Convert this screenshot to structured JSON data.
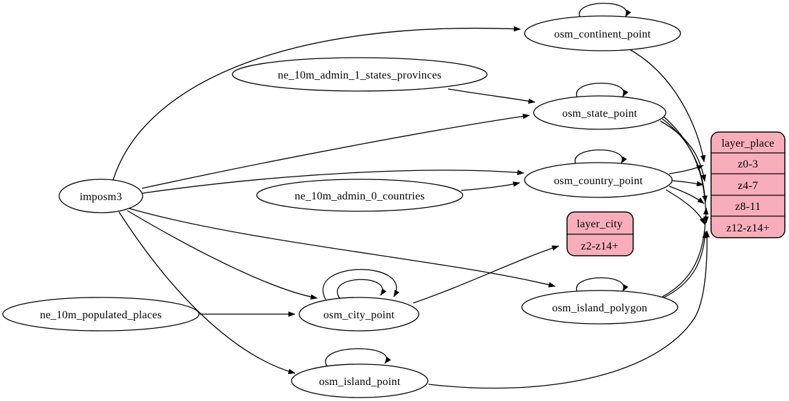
{
  "diagram": {
    "kind": "graphviz-etl-dependency-graph",
    "colors": {
      "background": "#ffffff",
      "table_node_fill": "#ffffff",
      "layer_record_fill": "#f8aeba",
      "stroke": "#000000",
      "text": "#000000"
    }
  },
  "nodes": {
    "imposm3": "imposm3",
    "ne_10m_admin_1_states_provinces": "ne_10m_admin_1_states_provinces",
    "ne_10m_admin_0_countries": "ne_10m_admin_0_countries",
    "ne_10m_populated_places": "ne_10m_populated_places",
    "osm_continent_point": "osm_continent_point",
    "osm_state_point": "osm_state_point",
    "osm_country_point": "osm_country_point",
    "osm_city_point": "osm_city_point",
    "osm_island_polygon": "osm_island_polygon",
    "osm_island_point": "osm_island_point"
  },
  "records": {
    "layer_city": {
      "title": "layer_city",
      "rows": [
        "z2-z14+"
      ]
    },
    "layer_place": {
      "title": "layer_place",
      "rows": [
        "z0-3",
        "z4-7",
        "z8-11",
        "z12-z14+"
      ]
    }
  },
  "edges": [
    {
      "from": "imposm3",
      "to": "osm_continent_point"
    },
    {
      "from": "imposm3",
      "to": "osm_state_point"
    },
    {
      "from": "imposm3",
      "to": "osm_country_point"
    },
    {
      "from": "imposm3",
      "to": "osm_city_point"
    },
    {
      "from": "imposm3",
      "to": "osm_island_polygon"
    },
    {
      "from": "imposm3",
      "to": "osm_island_point"
    },
    {
      "from": "ne_10m_admin_1_states_provinces",
      "to": "osm_state_point"
    },
    {
      "from": "ne_10m_admin_0_countries",
      "to": "osm_country_point"
    },
    {
      "from": "ne_10m_populated_places",
      "to": "osm_city_point"
    },
    {
      "from": "osm_continent_point",
      "to": "osm_continent_point",
      "type": "self-loop"
    },
    {
      "from": "osm_state_point",
      "to": "osm_state_point",
      "type": "self-loop"
    },
    {
      "from": "osm_country_point",
      "to": "osm_country_point",
      "type": "self-loop"
    },
    {
      "from": "osm_city_point",
      "to": "osm_city_point",
      "type": "self-loop"
    },
    {
      "from": "osm_city_point",
      "to": "osm_city_point",
      "type": "self-loop"
    },
    {
      "from": "osm_island_polygon",
      "to": "osm_island_polygon",
      "type": "self-loop"
    },
    {
      "from": "osm_island_point",
      "to": "osm_island_point",
      "type": "self-loop"
    },
    {
      "from": "osm_city_point",
      "to": "layer_city",
      "to_row": "z2-z14+"
    },
    {
      "from": "osm_continent_point",
      "to": "layer_place",
      "to_row": "z0-3"
    },
    {
      "from": "osm_country_point",
      "to": "layer_place",
      "to_row": "z0-3"
    },
    {
      "from": "osm_state_point",
      "to": "layer_place",
      "to_row": "z4-7"
    },
    {
      "from": "osm_country_point",
      "to": "layer_place",
      "to_row": "z4-7"
    },
    {
      "from": "osm_state_point",
      "to": "layer_place",
      "to_row": "z8-11"
    },
    {
      "from": "osm_country_point",
      "to": "layer_place",
      "to_row": "z8-11"
    },
    {
      "from": "osm_island_polygon",
      "to": "layer_place",
      "to_row": "z8-11"
    },
    {
      "from": "osm_state_point",
      "to": "layer_place",
      "to_row": "z12-z14+"
    },
    {
      "from": "osm_country_point",
      "to": "layer_place",
      "to_row": "z12-z14+"
    },
    {
      "from": "osm_island_polygon",
      "to": "layer_place",
      "to_row": "z12-z14+"
    },
    {
      "from": "osm_island_point",
      "to": "layer_place",
      "to_row": "z12-z14+"
    }
  ]
}
